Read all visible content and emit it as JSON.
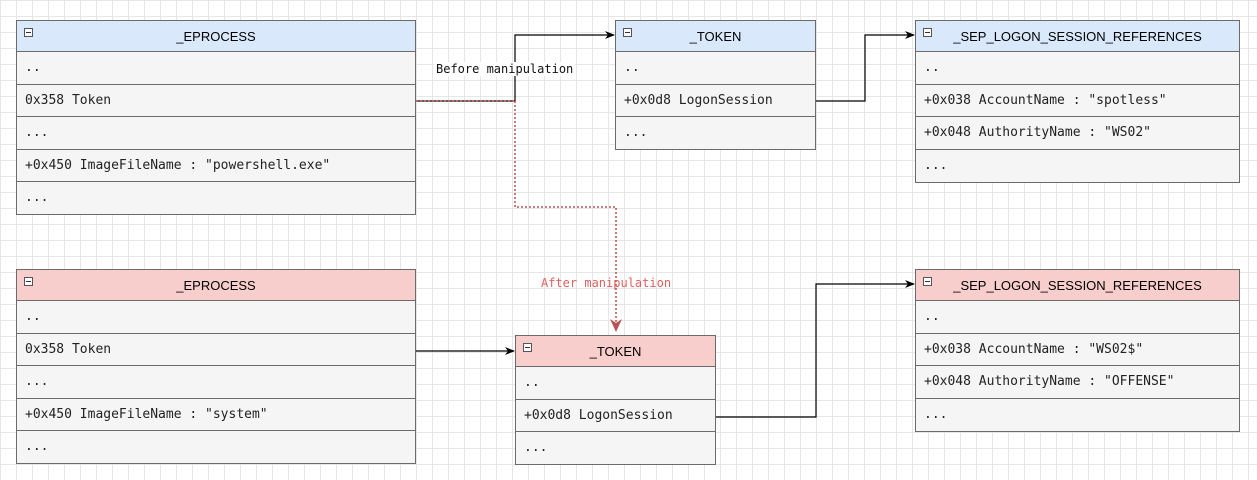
{
  "tables": {
    "eprocess_top": {
      "title": "_EPROCESS",
      "rows": [
        "..",
        "0x358 Token",
        "...",
        "+0x450 ImageFileName : \"powershell.exe\"",
        "..."
      ]
    },
    "token_top": {
      "title": "_TOKEN",
      "rows": [
        "..",
        "+0x0d8 LogonSession",
        "..."
      ]
    },
    "sep_top": {
      "title": "_SEP_LOGON_SESSION_REFERENCES",
      "rows": [
        "..",
        "+0x038 AccountName : \"spotless\"",
        "+0x048 AuthorityName : \"WS02\"",
        "..."
      ]
    },
    "eprocess_bottom": {
      "title": "_EPROCESS",
      "rows": [
        "..",
        "0x358 Token",
        "...",
        "+0x450 ImageFileName : \"system\"",
        "..."
      ]
    },
    "token_bottom": {
      "title": "_TOKEN",
      "rows": [
        "..",
        "+0x0d8 LogonSession",
        "..."
      ]
    },
    "sep_bottom": {
      "title": "_SEP_LOGON_SESSION_REFERENCES",
      "rows": [
        "..",
        "+0x038 AccountName : \"WS02$\"",
        "+0x048 AuthorityName : \"OFFENSE\"",
        "..."
      ]
    }
  },
  "labels": {
    "before": "Before manipulation",
    "after": "After manipulation"
  },
  "colors": {
    "header_normal": "#dae8fc",
    "header_modified": "#f8cecc",
    "arrow": "#000000",
    "manipulation_arrow": "#b85450"
  }
}
